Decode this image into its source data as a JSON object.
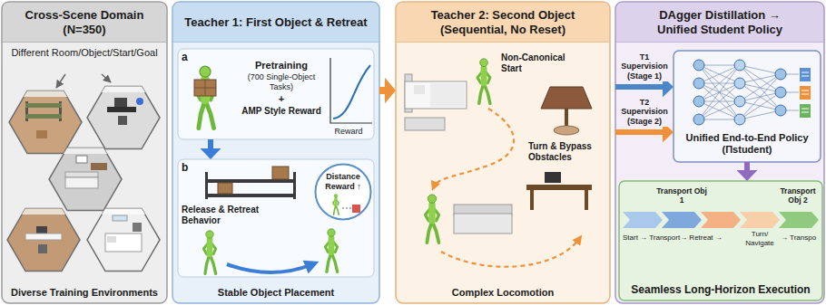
{
  "diagram": {
    "nodes": [
      {
        "text": [
          "Cross-Scene Domain (N=350)",
          "Different Room/Object/Start/Goal",
          "Diverse Training Environments"
        ]
      },
      {
        "text": [
          "Teacher 1: First Object & Retreat",
          "Stable Object Placement"
        ]
      },
      {
        "text": [
          "a",
          "Pretraining",
          "(700 Single-Object Tasks)",
          "+",
          "AMP Style Reward",
          "Reward"
        ],
        "in": 1
      },
      {
        "text": [
          "b",
          "Release & Retreat Behavior"
        ],
        "in": 1
      },
      {
        "text": [
          "Distance Reward ↑"
        ],
        "in": 3
      },
      {
        "text": [
          "Teacher 2: Second Object (Sequential, No Reset)",
          "Complex Locomotion"
        ]
      },
      {
        "text": [
          "DAgger Distillation → Unified Student Policy"
        ]
      },
      {
        "text": [
          "Unified End-to-End Policy (Πstudent)"
        ],
        "in": 6
      },
      {
        "text": [
          "Seamless Long-Horizon Execution"
        ],
        "in": 6
      }
    ],
    "edges": [
      {
        "from": 2,
        "to": 3,
        "arrow": "to"
      },
      {
        "from": 1,
        "to": 5,
        "arrow": "to"
      },
      {
        "from": 6,
        "to": 7,
        "label": "T1 Supervision (Stage 1)",
        "arrow": "to"
      },
      {
        "from": 6,
        "to": 7,
        "label": "T2 Supervision (Stage 2)",
        "arrow": "to"
      },
      {
        "from": 7,
        "to": 8,
        "arrow": "to"
      }
    ],
    "labels": [
      "Non-Canonical Start",
      "Turn & Bypass Obstacles",
      "Transport Obj 1",
      "Transport Obj 2",
      "Start → Transport→ Retreat →",
      "Turn/ Navigate",
      "→ Transpo"
    ]
  }
}
